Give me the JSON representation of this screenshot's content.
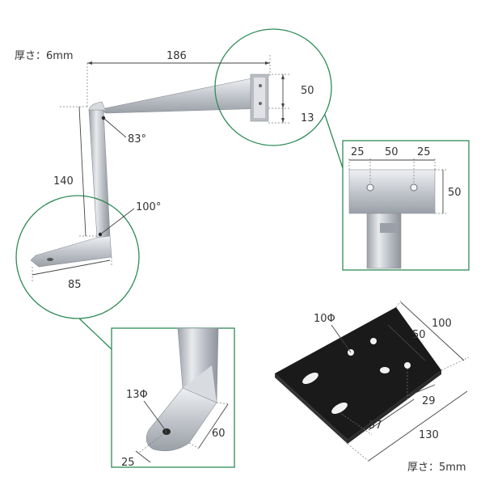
{
  "top_bracket": {
    "thickness_label": "厚さ：6mm",
    "dim_186": "186",
    "dim_140": "140",
    "dim_85": "85",
    "angle_83": "83°",
    "angle_100": "100°",
    "dim_50": "50",
    "dim_13": "13"
  },
  "detail_front": {
    "dim_25_left": "25",
    "dim_50": "50",
    "dim_25_right": "25",
    "dim_50_height": "50"
  },
  "detail_foot": {
    "hole_label": "13Φ",
    "dim_25": "25",
    "dim_60": "60"
  },
  "plate": {
    "hole_label": "10Φ",
    "dim_100": "100",
    "dim_50": "50",
    "dim_29": "29",
    "dim_57": "57",
    "dim_130": "130",
    "thickness_label": "厚さ：5mm"
  },
  "colors": {
    "accent_green": "#2e8b57",
    "plate_black": "#1a1a1a",
    "steel": "#c9ccd1"
  }
}
